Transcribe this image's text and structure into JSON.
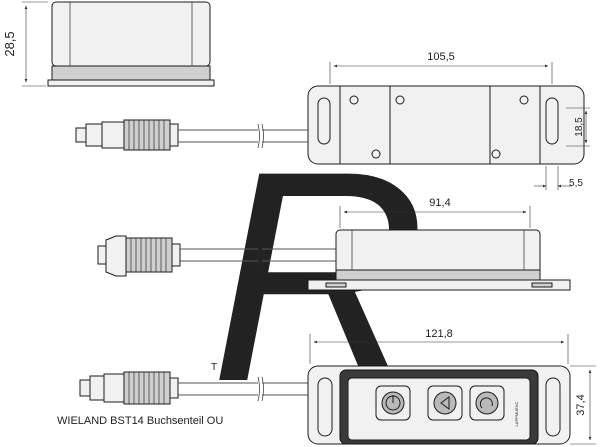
{
  "dimensions": {
    "height_side": "28,5",
    "width_top": "105,5",
    "hole_spacing": "18,5",
    "edge_offset": "5,5",
    "width_side": "91,4",
    "width_front": "121,8",
    "height_front": "37,4"
  },
  "labels": {
    "marker": "T",
    "caption": "WIELAND BST14 Buchsenteil OU",
    "brand": "LAPPMUENC"
  },
  "watermark": "R",
  "colors": {
    "line": "#1c1c1c",
    "housing_light": "#f1f1f1",
    "housing_mid": "#cfcfcf",
    "housing_dark": "#b9b9b9"
  }
}
